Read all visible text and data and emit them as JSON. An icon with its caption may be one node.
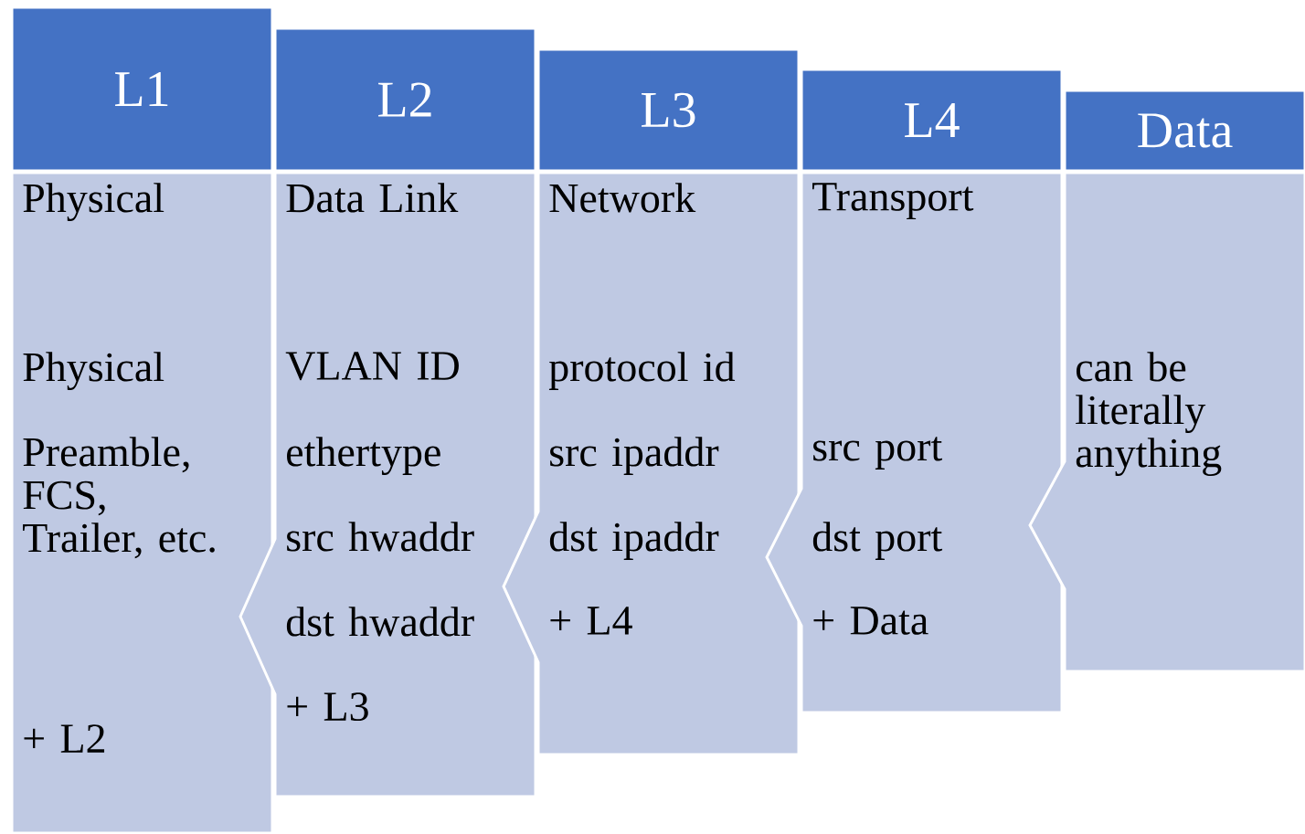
{
  "diagram": {
    "nodes": [
      {
        "text": [
          "L1",
          "Physical",
          "Physical",
          "Preamble, FCS, Trailer, etc.",
          "+ L2"
        ]
      },
      {
        "text": [
          "L2",
          "Data Link",
          "VLAN ID",
          "ethertype",
          "src hwaddr",
          "dst hwaddr",
          "+ L3"
        ]
      },
      {
        "text": [
          "L3",
          "Network",
          "protocol id",
          "src ipaddr",
          "dst ipaddr",
          "+ L4"
        ]
      },
      {
        "text": [
          "L4",
          "Transport",
          "src port",
          "dst port",
          "+ Data"
        ]
      },
      {
        "text": [
          "Data",
          "can be literally anything"
        ]
      }
    ]
  }
}
